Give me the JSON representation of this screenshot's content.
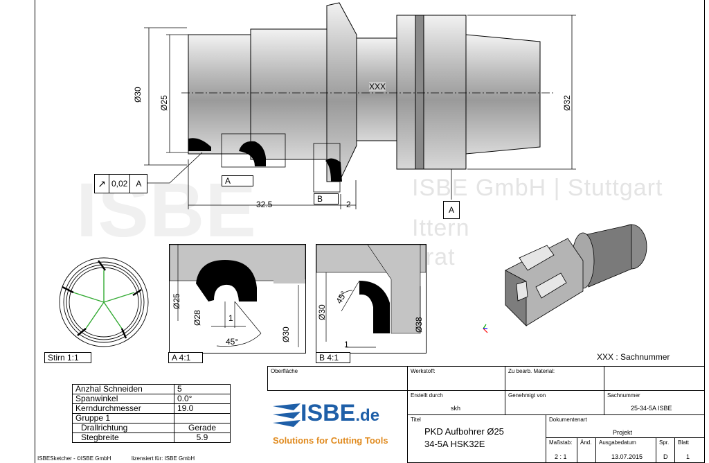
{
  "dimensions": {
    "d30": "Ø30",
    "d25": "Ø25",
    "d32": "Ø32",
    "length": "32.5",
    "small": "2",
    "part_label": "XXX"
  },
  "tolerance": {
    "value": "0,02",
    "datum": "A"
  },
  "datum_labels": {
    "section_a": "A",
    "section_b": "B",
    "datum_a": "A"
  },
  "detail_views": {
    "front": {
      "caption": "Stirn 1:1"
    },
    "a": {
      "caption": "A 4:1",
      "d25": "Ø25",
      "d28": "Ø28",
      "d30": "Ø30",
      "one": "1",
      "angle": "45°"
    },
    "b": {
      "caption": "B 4:1",
      "d30": "Ø30",
      "d38": "Ø38",
      "angle": "45°",
      "one": "1"
    }
  },
  "legend": "XXX : Sachnummer",
  "watermark": {
    "logo": "ISBE",
    "line1": "ISBE GmbH | Stuttgart",
    "line2": "Ittern",
    "line3": "erat"
  },
  "properties": [
    {
      "name": "Anzhal Schneiden",
      "value": "5"
    },
    {
      "name": "Spanwinkel",
      "value": "0.0°"
    },
    {
      "name": "Kerndurchmesser",
      "value": "19.0"
    },
    {
      "name": "Gruppe 1",
      "value": ""
    },
    {
      "name": "Drallrichtung",
      "value": "Gerade"
    },
    {
      "name": "Stegbreite",
      "value": "5.9"
    }
  ],
  "title_block": {
    "oberflaeche_label": "Oberfläche",
    "werkstoff_label": "Werkstoff:",
    "zu_bearb_label": "Zu bearb. Material:",
    "erstellt_label": "Erstellt durch",
    "erstellt_value": "skh",
    "genehmigt_label": "Genehmigt von",
    "sachnummer_label": "Sachnummer",
    "sachnummer_value": "25-34-5A ISBE",
    "titel_label": "Titel",
    "titel_line1": "PKD Aufbohrer Ø25",
    "titel_line2": "34-5A HSK32E",
    "dokumentenart_label": "Dokumentenart",
    "dokumentenart_value": "Projekt",
    "massstab_label": "Maßstab:",
    "massstab_value": "2 : 1",
    "aend_label": "Änd.",
    "ausgabe_label": "Ausgabedatum",
    "ausgabe_value": "13.07.2015",
    "spr_label": "Spr.",
    "spr_value": "D",
    "blatt_label": "Blatt",
    "blatt_value": "1"
  },
  "logo": {
    "text": "ISBE",
    "tld": ".de",
    "tagline": "Solutions for Cutting Tools"
  },
  "footer": {
    "left": "ISBESketcher - ©ISBE GmbH",
    "right": "lizensiert für: ISBE GmbH"
  },
  "colors": {
    "accent_blue": "#1e5fa8",
    "accent_orange": "#e08a1e",
    "shading": "#c9c9c9",
    "green": "#33aa33"
  }
}
